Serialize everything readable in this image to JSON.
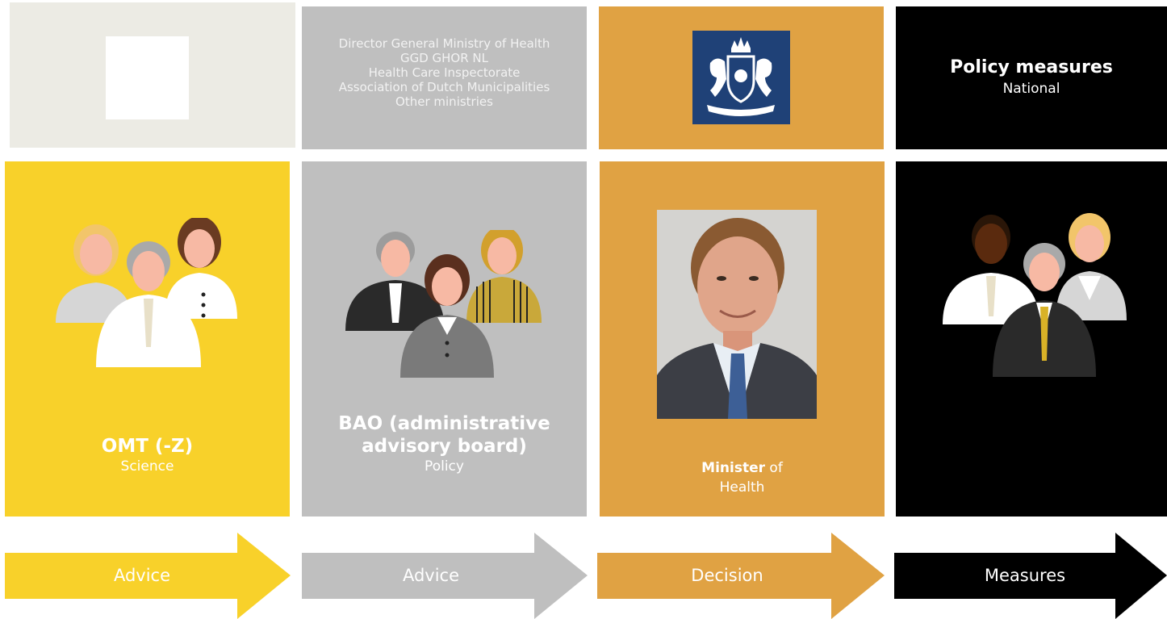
{
  "top_row": {
    "stakeholders": [
      "Director General Ministry of Health",
      "GGD GHOR NL",
      "Health Care Inspectorate",
      "Association of Dutch Municipalities",
      "Other ministries"
    ],
    "policy_title": "Policy measures",
    "policy_sub": "National"
  },
  "columns": [
    {
      "title": "OMT (-Z)",
      "subtitle": "Science",
      "color": "#f8d12a"
    },
    {
      "title_line1": "BAO (administrative",
      "title_line2": "advisory board)",
      "subtitle": "Policy",
      "color": "#bfbfbf"
    },
    {
      "title_bold": "Minister",
      "title_rest": " of",
      "title_line2": "Health",
      "color": "#e0a243"
    },
    {
      "color": "#000000"
    }
  ],
  "arrows": [
    {
      "label": "Advice",
      "color": "#f8d12a"
    },
    {
      "label": "Advice",
      "color": "#bfbfbf"
    },
    {
      "label": "Decision",
      "color": "#e0a243"
    },
    {
      "label": "Measures",
      "color": "#000000"
    }
  ],
  "icons": [
    "crest-icon",
    "people-group-icon",
    "person-photo-icon"
  ]
}
